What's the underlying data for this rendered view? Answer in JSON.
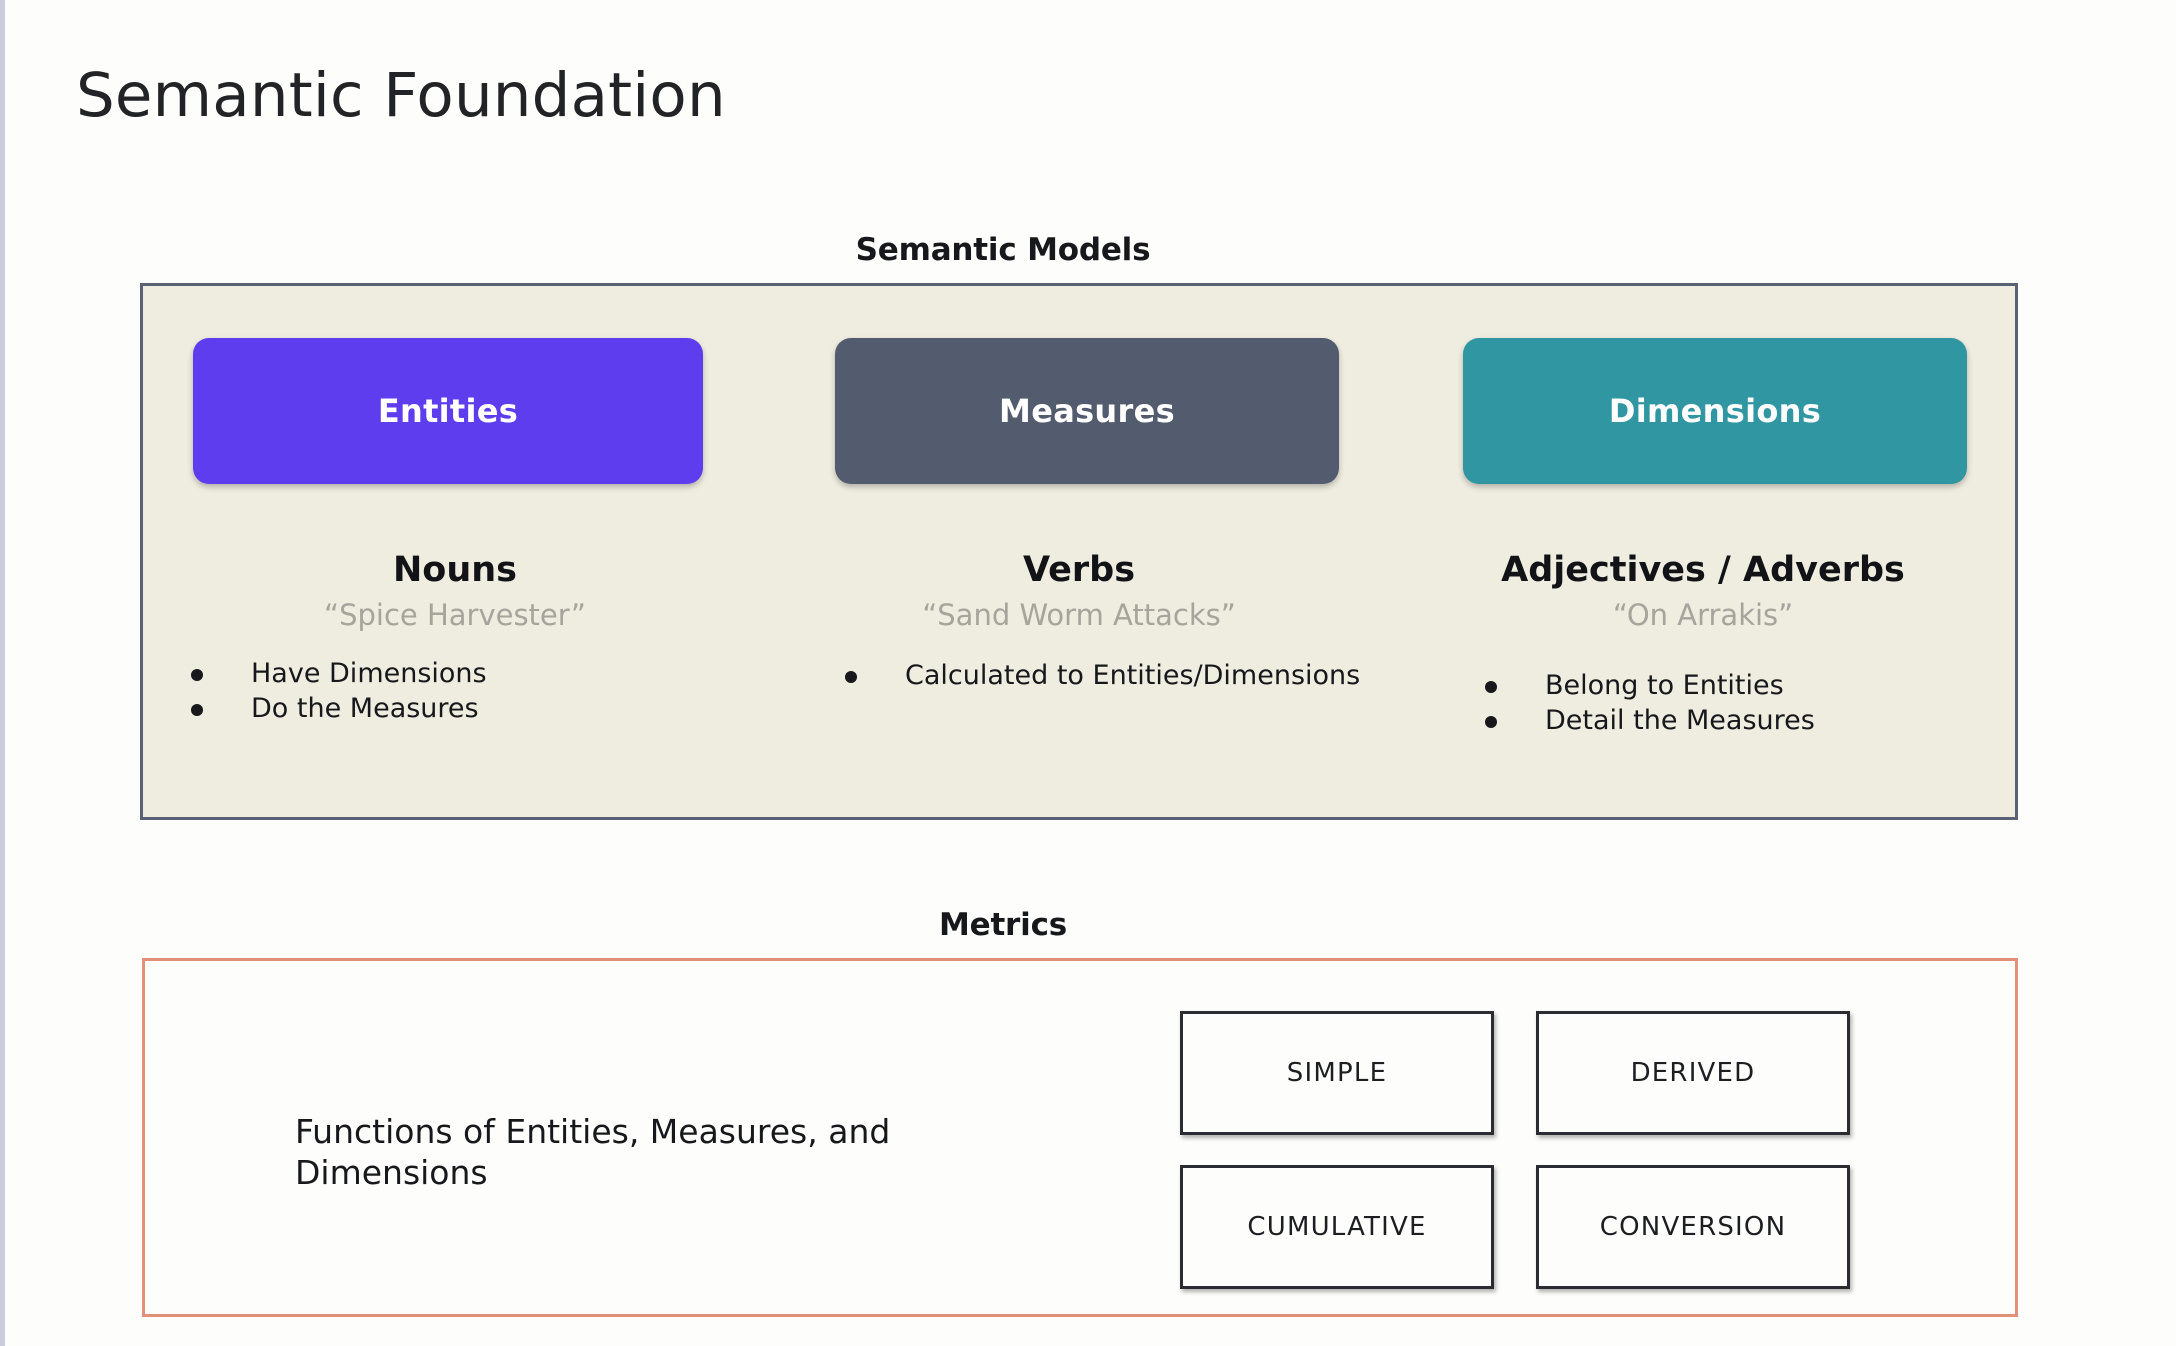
{
  "slide": {
    "title": "Semantic Foundation"
  },
  "semantic_models": {
    "label": "Semantic Models",
    "panel_bg": "#EFECE0",
    "panel_border": "#5B6174",
    "columns": [
      {
        "chip_label": "Entities",
        "chip_color": "#5E3DEE",
        "part_of_speech": "Nouns",
        "example": "“Spice Harvester”",
        "bullets": [
          "Have Dimensions",
          "Do the Measures"
        ]
      },
      {
        "chip_label": "Measures",
        "chip_color": "#535B6E",
        "part_of_speech": "Verbs",
        "example": "“Sand Worm Attacks”",
        "bullets": [
          "Calculated to Entities/Dimensions"
        ]
      },
      {
        "chip_label": "Dimensions",
        "chip_color": "#2F96A2",
        "part_of_speech": "Adjectives / Adverbs",
        "example": "“On Arrakis”",
        "bullets": [
          "Belong to Entities",
          "Detail the Measures"
        ]
      }
    ]
  },
  "metrics": {
    "label": "Metrics",
    "panel_border": "#E3907A",
    "description": "Functions of Entities, Measures, and Dimensions",
    "cards": [
      "SIMPLE",
      "DERIVED",
      "CUMULATIVE",
      "CONVERSION"
    ]
  }
}
